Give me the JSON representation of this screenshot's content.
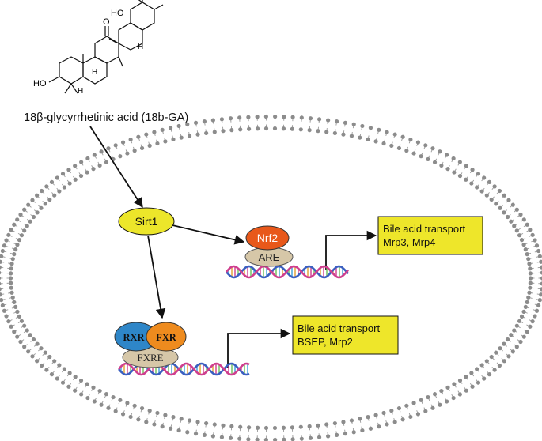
{
  "compound": {
    "name": "18β-glycyrrhetinic acid (18b-GA)",
    "atoms": {
      "carboxyl": "HO",
      "carbonyl": "O",
      "hydroxyl": "HO",
      "h_d": "H",
      "h_c": "H",
      "h_a": "H"
    }
  },
  "nodes": {
    "sirt1": "Sirt1",
    "nrf2": "Nrf2",
    "are": "ARE",
    "rxr": "RXR",
    "fxr": "FXR",
    "fxre": "FXRE"
  },
  "outcomes": {
    "upper": {
      "line1": "Bile acid transport",
      "line2": "Mrp3, Mrp4"
    },
    "lower": {
      "line1": "Bile acid transport",
      "line2": "BSEP, Mrp2"
    }
  },
  "colors": {
    "sirt1": "#ece62a",
    "nrf2": "#e8581a",
    "are": "#d6c7a8",
    "rxr": "#2e86c8",
    "fxr": "#ee8b1e",
    "fxre": "#d6c7a8",
    "outcome_box": "#eee62a",
    "membrane_head": "#8c8c8c",
    "dna_a": "#3b5fc0",
    "dna_b": "#cf3f8e"
  }
}
